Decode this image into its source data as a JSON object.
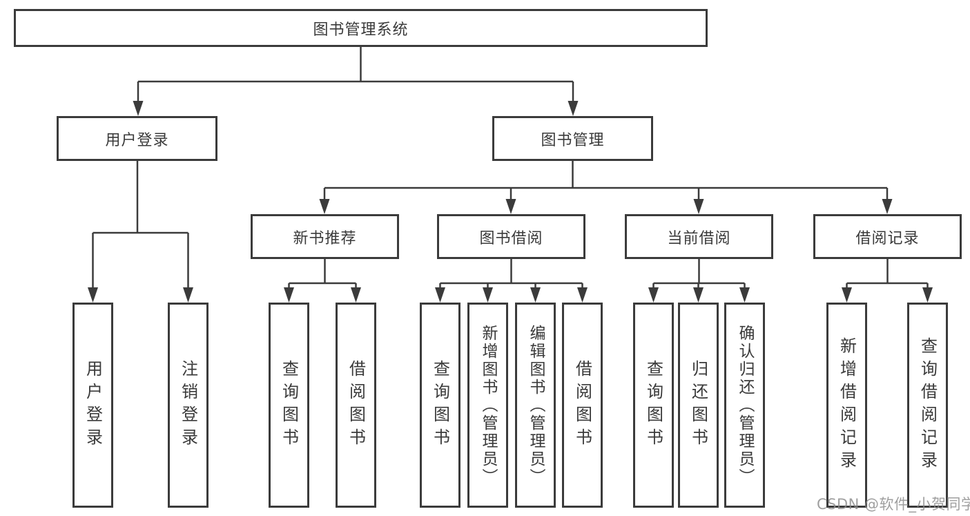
{
  "tree": {
    "root": {
      "label": "图书管理系统"
    },
    "branches": [
      {
        "label": "用户登录",
        "children": [
          {
            "label": "用户登录"
          },
          {
            "label": "注销登录"
          }
        ]
      },
      {
        "label": "图书管理",
        "children": [
          {
            "label": "新书推荐",
            "children": [
              {
                "label": "查询图书"
              },
              {
                "label": "借阅图书"
              }
            ]
          },
          {
            "label": "图书借阅",
            "children": [
              {
                "label": "查询图书"
              },
              {
                "label": "新增图书（管理员）"
              },
              {
                "label": "编辑图书（管理员）"
              },
              {
                "label": "借阅图书"
              }
            ]
          },
          {
            "label": "当前借阅",
            "children": [
              {
                "label": "查询图书"
              },
              {
                "label": "归还图书"
              },
              {
                "label": "确认归还（管理员）"
              }
            ]
          },
          {
            "label": "借阅记录",
            "children": [
              {
                "label": "新增借阅记录"
              },
              {
                "label": "查询借阅记录"
              }
            ]
          }
        ]
      }
    ]
  },
  "watermark": "CSDN @软件_小贺同学",
  "colors": {
    "line": "#3b3b3b",
    "text": "#3a3a3a",
    "watermark": "#8a8a8a",
    "background": "#ffffff"
  }
}
